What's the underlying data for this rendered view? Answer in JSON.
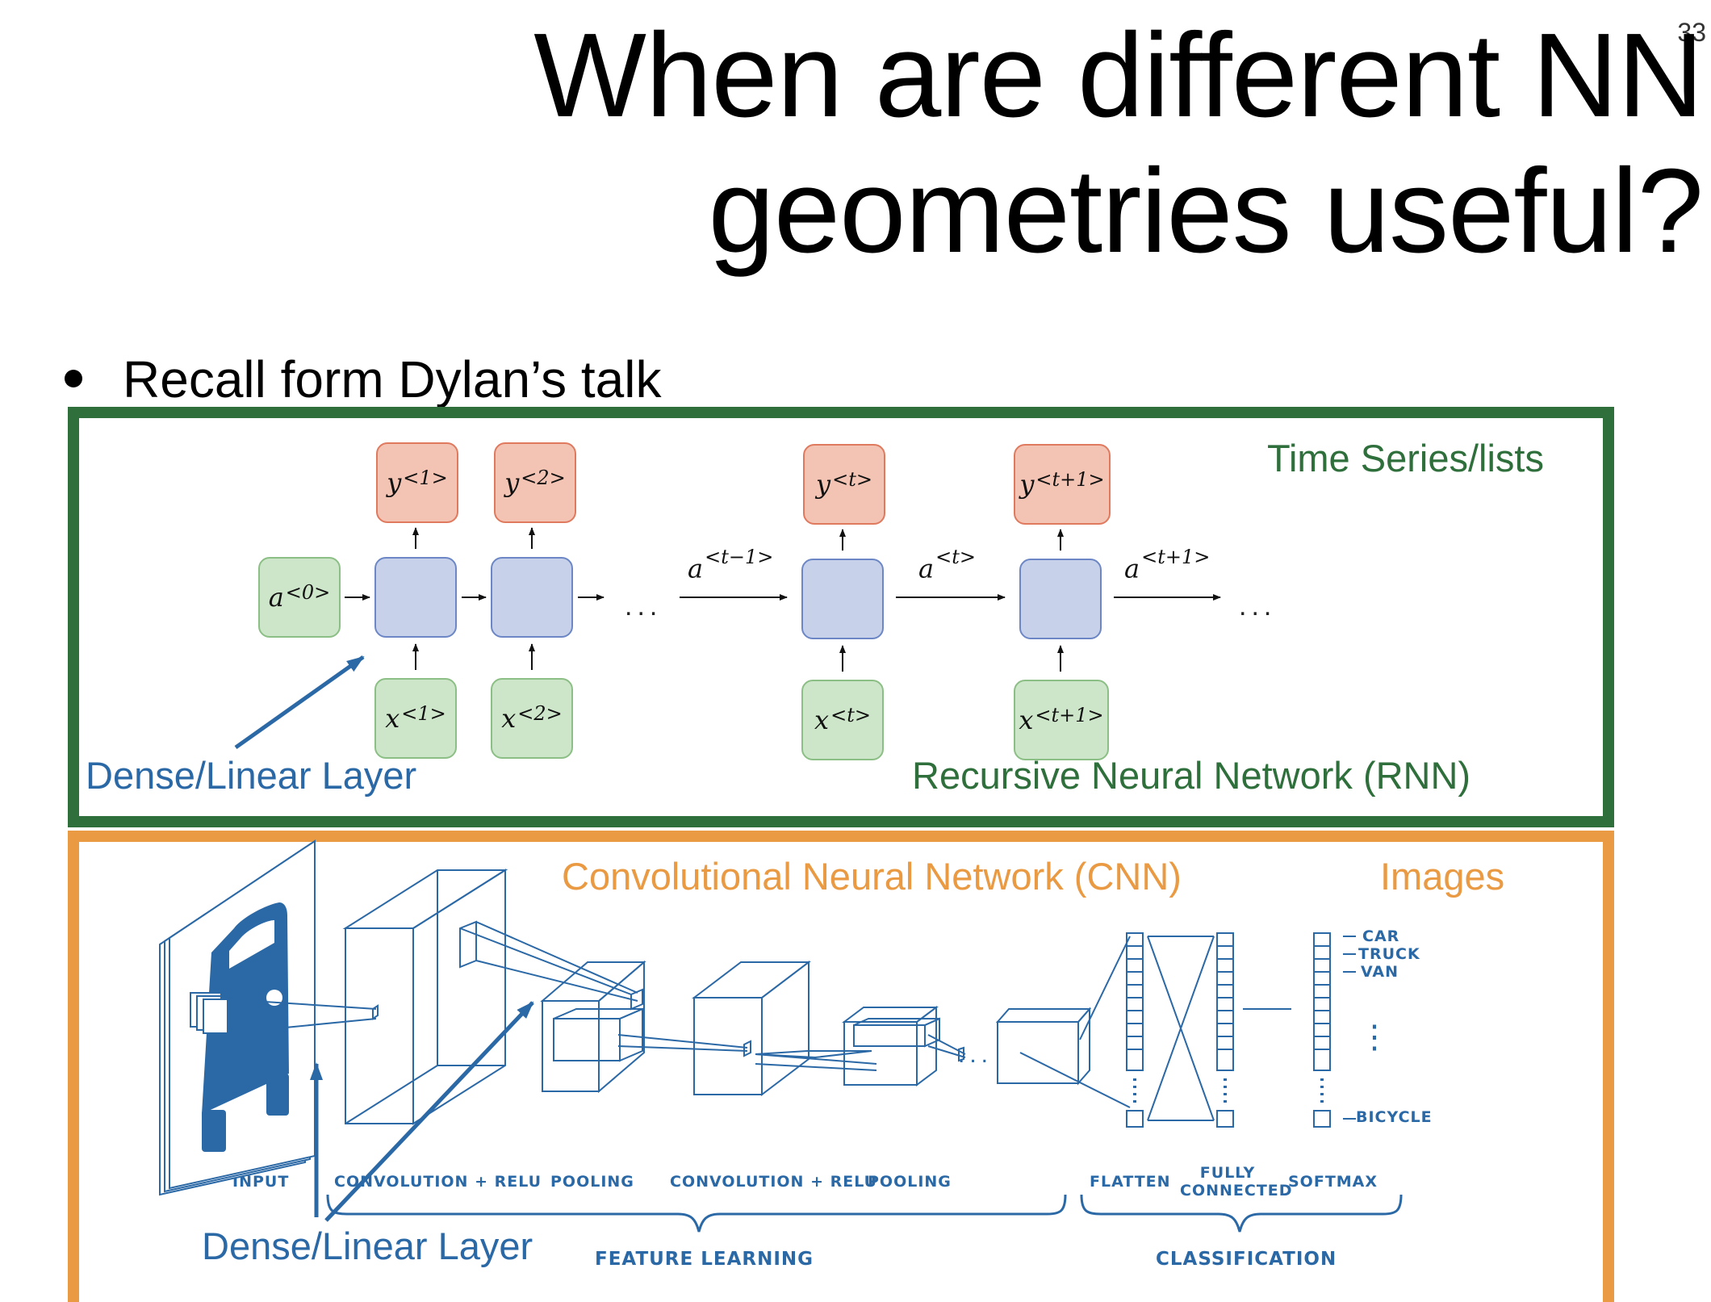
{
  "slide": {
    "page_number": "33",
    "title_line1": "When are different NN",
    "title_line2": "geometries useful?",
    "bullet": "Recall form Dylan’s talk"
  },
  "rnn_panel": {
    "domain_label": "Time Series/lists",
    "network_label": "Recursive Neural Network (RNN)",
    "dense_label": "Dense/Linear Layer",
    "outputs": [
      {
        "var": "y",
        "sup": "<1>"
      },
      {
        "var": "y",
        "sup": "<2>"
      },
      {
        "var": "y",
        "sup": "<t>"
      },
      {
        "var": "y",
        "sup": "<t+1>"
      }
    ],
    "inputs": [
      {
        "var": "x",
        "sup": "<1>"
      },
      {
        "var": "x",
        "sup": "<2>"
      },
      {
        "var": "x",
        "sup": "<t>"
      },
      {
        "var": "x",
        "sup": "<t+1>"
      }
    ],
    "initial_state": {
      "var": "a",
      "sup": "<0>"
    },
    "state_labels": [
      {
        "var": "a",
        "sup": "<t−1>"
      },
      {
        "var": "a",
        "sup": "<t>"
      },
      {
        "var": "a",
        "sup": "<t+1>"
      }
    ],
    "ellipsis": "..."
  },
  "cnn_panel": {
    "network_label": "Convolutional Neural Network (CNN)",
    "domain_label": "Images",
    "dense_label": "Dense/Linear Layer",
    "stage_labels": {
      "input": "INPUT",
      "conv1": "CONVOLUTION + RELU",
      "pool1": "POOLING",
      "conv2": "CONVOLUTION + RELU",
      "pool2": "POOLING",
      "flatten": "FLATTEN",
      "fc_line1": "FULLY",
      "fc_line2": "CONNECTED",
      "softmax": "SOFTMAX"
    },
    "group_labels": {
      "feature": "FEATURE LEARNING",
      "classification": "CLASSIFICATION"
    },
    "classes": [
      "CAR",
      "TRUCK",
      "VAN",
      "BICYCLE"
    ],
    "ellipsis": "...",
    "vdots": "⋮"
  },
  "colors": {
    "rnn_border": "#2f6f3c",
    "cnn_border": "#e99a42",
    "accent_blue": "#2b68a6",
    "output_fill": "#f3c3b3",
    "hidden_fill": "#c7d2ea",
    "input_fill": "#cde6c9"
  }
}
